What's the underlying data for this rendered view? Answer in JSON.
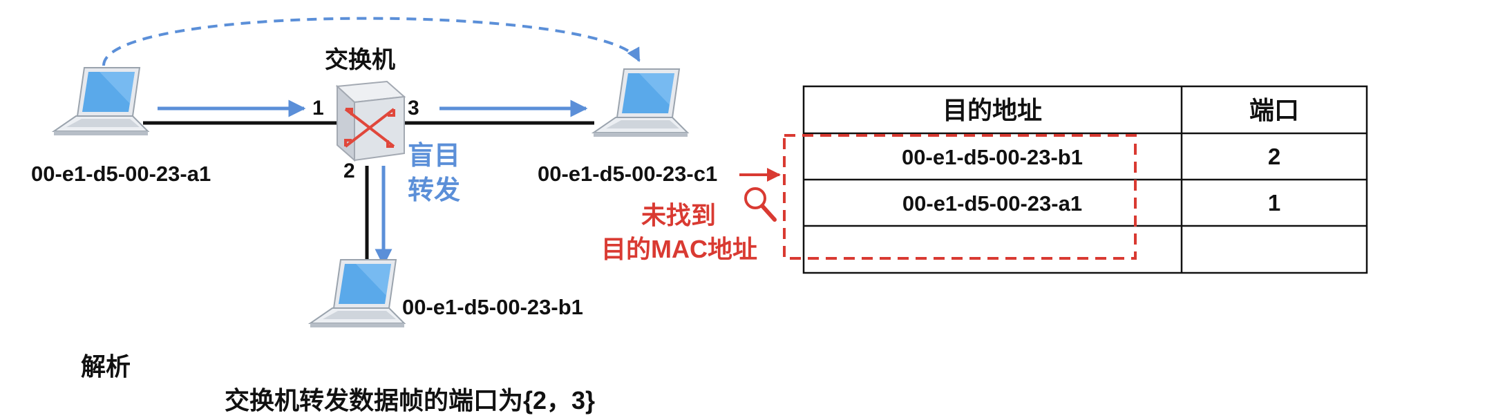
{
  "switch_label": "交换机",
  "hosts": {
    "a": {
      "mac": "00-e1-d5-00-23-a1"
    },
    "b": {
      "mac": "00-e1-d5-00-23-b1"
    },
    "c": {
      "mac": "00-e1-d5-00-23-c1"
    }
  },
  "ports": {
    "p1": "1",
    "p2": "2",
    "p3": "3"
  },
  "flood_label": {
    "line1": "盲目",
    "line2": "转发"
  },
  "not_found": {
    "line1": "未找到",
    "line2": "目的MAC地址"
  },
  "mac_table": {
    "headers": [
      "目的地址",
      "端口"
    ],
    "rows": [
      {
        "mac": "00-e1-d5-00-23-b1",
        "port": "2"
      },
      {
        "mac": "00-e1-d5-00-23-a1",
        "port": "1"
      },
      {
        "mac": "",
        "port": ""
      }
    ]
  },
  "analysis": {
    "title": "解析",
    "text": "交换机转发数据帧的端口为{2，3}"
  },
  "colors": {
    "flow": "#5b8fd8",
    "alert": "#d93a32",
    "line": "#111111"
  }
}
